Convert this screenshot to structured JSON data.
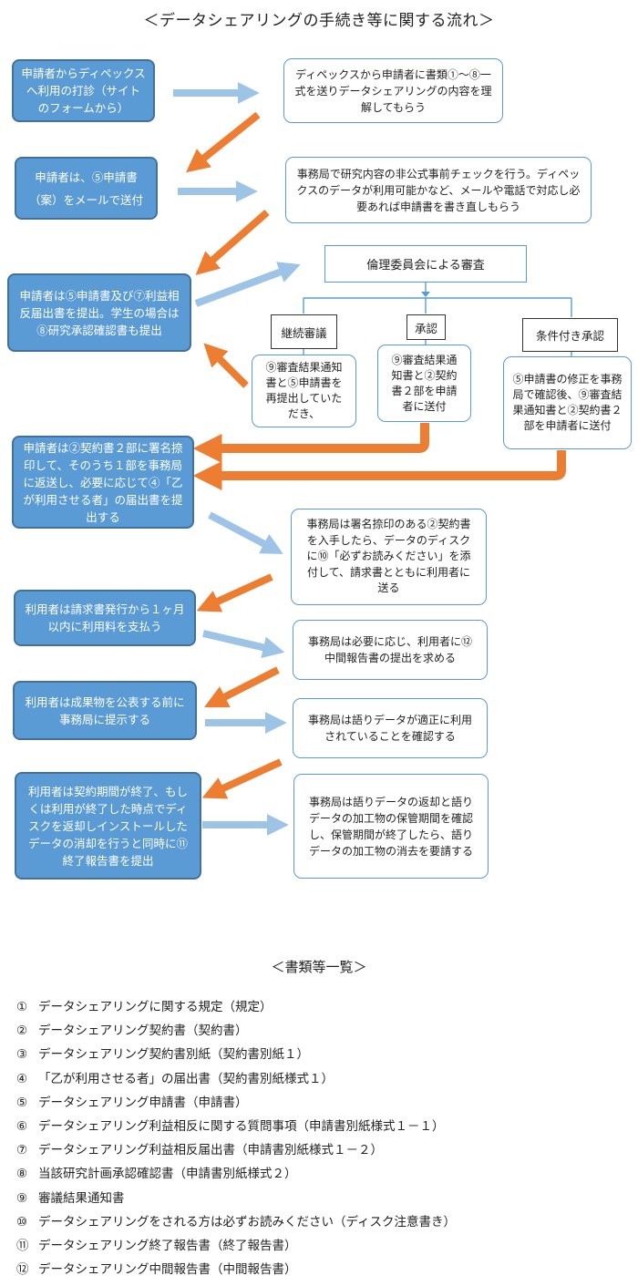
{
  "title": "＜データシェアリングの手続き等に関する流れ＞",
  "flow": {
    "a1": "申請者からディペックスへ利用の打診（サイトのフォームから）",
    "b1": "ディペックスから申請者に書類①～⑧一式を送りデータシェアリングの内容を理解してもらう",
    "a2": "申請者は、⑤申請書（案）をメールで送付",
    "b2": "事務局で研究内容の非公式事前チェックを行う。ディペックスのデータが利用可能かなど、メールや電話で対応し必要あれば申請書を書き直しもらう",
    "a3": "申請者は⑤申請書及び⑦利益相反届出書を提出。学生の場合は⑧研究承認確認書も提出",
    "ethics": "倫理委員会による審査",
    "cont": "継続審議",
    "appr": "承認",
    "cond": "条件付き承認",
    "cont_note": "⑨審査結果通知書と⑤申請書を再提出していただき、",
    "appr_note": "⑨審査結果通知書と②契約書２部を申請者に送付",
    "cond_note": "⑤申請書の修正を事務局で確認後、⑨審査結果通知書と②契約書２部を申請者に送付",
    "a4": "申請者は②契約書２部に署名捺印して、そのうち１部を事務局に返送し、必要に応じて④「乙が利用させる者」の届出書を提出する",
    "b4": "事務局は署名捺印のある②契約書を入手したら、データのディスクに⑩「必ずお読みください」を添付して、請求書とともに利用者に送る",
    "a5": "利用者は請求書発行から１ヶ月以内に利用料を支払う",
    "b5": "事務局は必要に応じ、利用者に⑫中間報告書の提出を求める",
    "a6": "利用者は成果物を公表する前に事務局に提示する",
    "b6": "事務局は語りデータが適正に利用されていることを確認する",
    "a7": "利用者は契約期間が終了、もしくは利用が終了した時点でディスクを返却しインストールしたデータの消却を行うと同時に⑪終了報告書を提出",
    "b7": "事務局は語りデータの返却と語りデータの加工物の保管期間を確認し、保管期間が終了したら、語りデータの加工物の消去を要請する"
  },
  "documents": {
    "title": "＜書類等一覧＞",
    "items": [
      {
        "num": "①",
        "text": "データシェアリングに関する規定（規定）"
      },
      {
        "num": "②",
        "text": "データシェアリング契約書（契約書）"
      },
      {
        "num": "③",
        "text": "データシェアリング契約書別紙（契約書別紙１）"
      },
      {
        "num": "④",
        "text": "「乙が利用させる者」の届出書（契約書別紙様式１）"
      },
      {
        "num": "⑤",
        "text": "データシェアリング申請書（申請書）"
      },
      {
        "num": "⑥",
        "text": "データシェアリング利益相反に関する質問事項（申請書別紙様式１－１）"
      },
      {
        "num": "⑦",
        "text": "データシェアリング利益相反届出書（申請書別紙様式１－２）"
      },
      {
        "num": "⑧",
        "text": "当該研究計画承認確認書（申請書別紙様式２）"
      },
      {
        "num": "⑨",
        "text": "審議結果通知書"
      },
      {
        "num": "⑩",
        "text": "データシェアリングをされる方は必ずお読みください（ディスク注意書き）"
      },
      {
        "num": "⑪",
        "text": "データシェアリング終了報告書（終了報告書）"
      },
      {
        "num": "⑫",
        "text": "データシェアリング中間報告書（中間報告書）"
      }
    ]
  },
  "colors": {
    "blue_fill": "#5b9bd5",
    "blue_border": "#41719c",
    "light_arrow": "#9dc3e6",
    "orange_arrow": "#ed7d31"
  }
}
